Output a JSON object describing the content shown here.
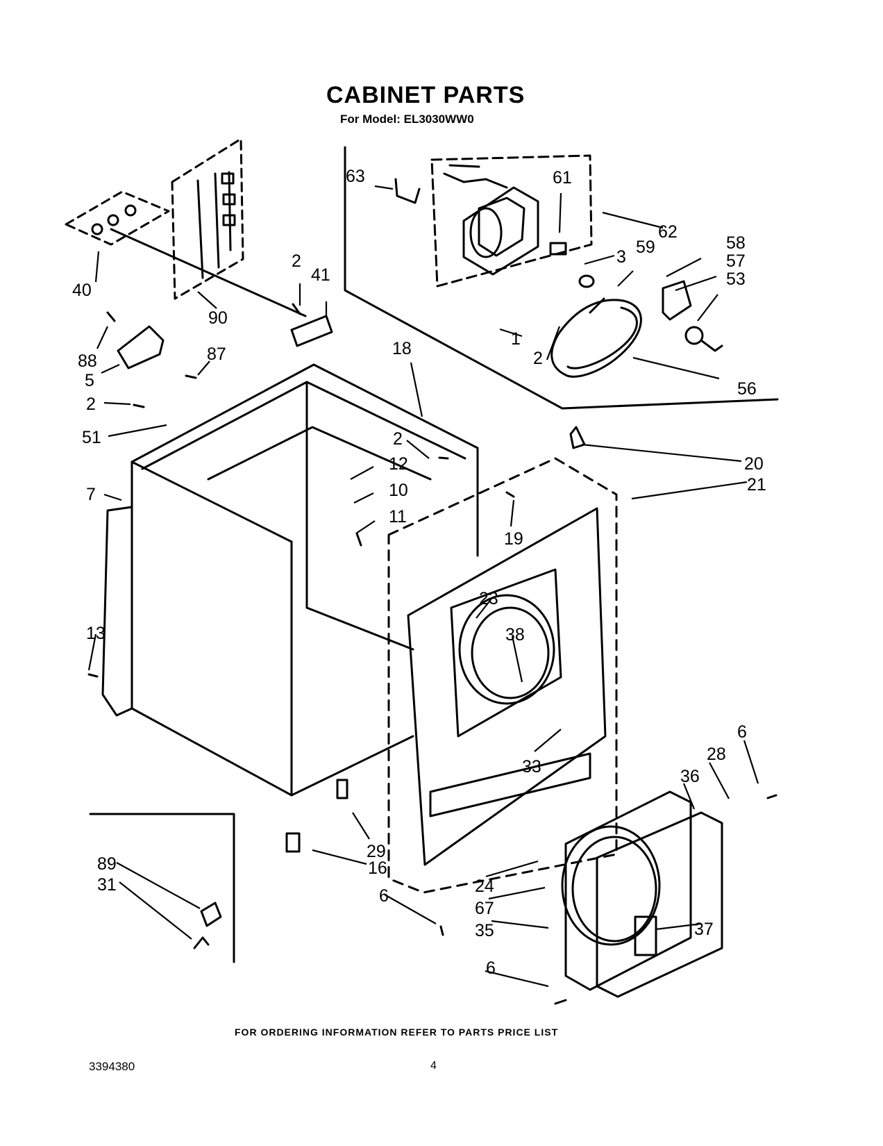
{
  "header": {
    "title": "CABINET PARTS",
    "subtitle": "For Model: EL3030WW0"
  },
  "footer": {
    "note": "FOR ORDERING INFORMATION REFER TO PARTS PRICE LIST",
    "doc_number": "3394380",
    "page_number": "4"
  },
  "callouts": [
    "63",
    "61",
    "62",
    "3",
    "59",
    "58",
    "57",
    "53",
    "1",
    "2",
    "56",
    "40",
    "90",
    "2",
    "41",
    "88",
    "5",
    "87",
    "2",
    "51",
    "18",
    "2",
    "12",
    "10",
    "11",
    "20",
    "21",
    "19",
    "7",
    "23",
    "38",
    "13",
    "33",
    "6",
    "28",
    "36",
    "29",
    "16",
    "24",
    "67",
    "35",
    "37",
    "6",
    "89",
    "31",
    "6"
  ]
}
